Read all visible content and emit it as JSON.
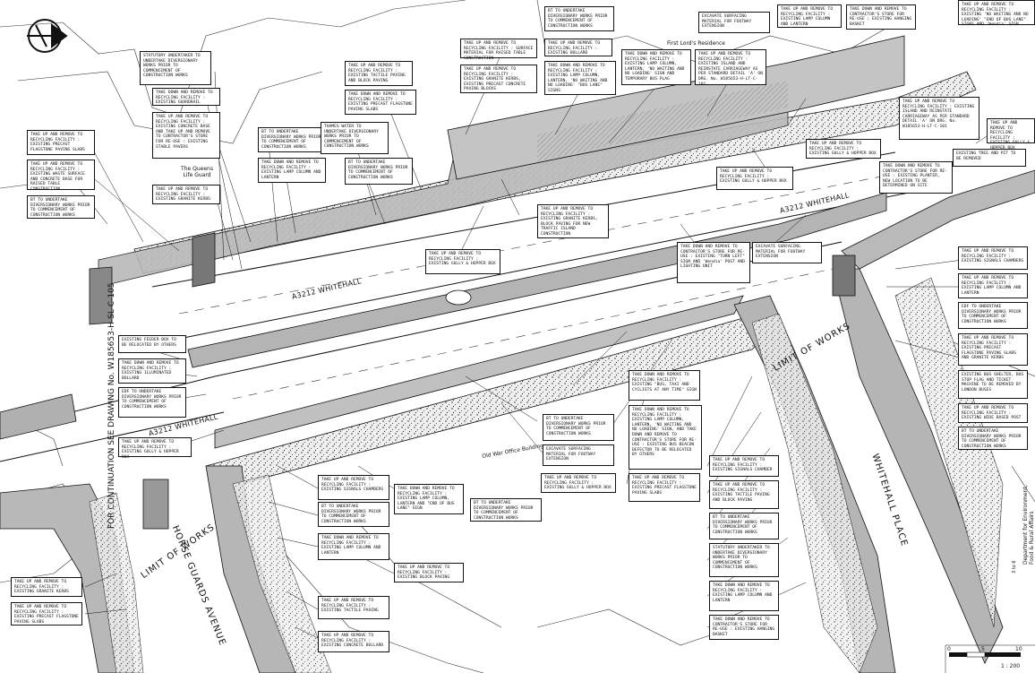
{
  "drawing": {
    "continuation": "FOR CONTINUATION SEE DRAWING No. W185653-H-SL-C-105",
    "scale_ratio": "1 : 200",
    "scale_ticks": [
      "0",
      "5",
      "10"
    ],
    "department": "Department for Environment, Food & Rural Affairs",
    "side_ref": "3 to 6"
  },
  "labels": {
    "road_upper": "A3212 WHITEHALL",
    "road_right": "A3212 WHITEHALL",
    "road_lower": "A3212 WHITEHALL",
    "limit_left": "LIMIT OF WORKS",
    "limit_right": "LIMIT OF WORKS",
    "horse_guards": "HORSE GUARDS AVENUE",
    "whitehall_place": "WHITEHALL PLACE",
    "queens_life_guard": "The Queens Life Guard",
    "first_lords": "First Lord's Residence",
    "old_war_office": "Old War Office Building"
  },
  "notes": [
    {
      "id": "n1",
      "text": "BT TO UNDERTAKE DIVERSIONARY WORKS PRIOR TO COMMENCEMENT OF CONSTRUCTION WORKS"
    },
    {
      "id": "n2",
      "text": "EXCAVATE SURFACING MATERIAL FOR FOOTWAY EXTENSION"
    },
    {
      "id": "n3",
      "text": "TAKE UP AND REMOVE TO RECYCLING FACILITY : EXISTING LAMP COLUMN AND LANTERN"
    },
    {
      "id": "n4",
      "text": "TAKE DOWN AND REMOVE TO CONTRACTOR'S STORE FOR RE-USE : EXISTING HANGING BASKET"
    },
    {
      "id": "n5",
      "text": "TAKE UP AND REMOVE TO RECYCLING FACILITY : EXISTING 'NO WAITING AND NO LOADING' \"END OF BUS LANE\" SIGNS AND 'Wendia' SIGN"
    },
    {
      "id": "n6",
      "text": "TAKE UP AND REMOVE TO RECYCLING FACILITY : SURFACE MATERIAL FOR RAISED TABLE CONSTRUCTION"
    },
    {
      "id": "n7",
      "text": "TAKE UP AND REMOVE TO RECYCLING FACILITY : EXISTING BOLLARD"
    },
    {
      "id": "n8",
      "text": "TAKE UP AND REMOVE TO RECYCLING FACILITY : EXISTING GRANITE KERBS, EXISTING PRECAST CONCRETE PAVING BLOCKS"
    },
    {
      "id": "n9",
      "text": "TAKE DOWN AND REMOVE TO RECYCLING FACILITY : EXISTING LAMP COLUMN, LANTERN, 'NO WAITING AND NO LOADING' \"BUS LANE\" SIGNS"
    },
    {
      "id": "n10",
      "text": "TAKE DOWN AND REMOVE TO RECYCLING FACILITY : EXISTING LAMP COLUMN, LANTERN, 'NO WAITING AND NO LOADING' SIGN AND TEMPORARY BUS PLAG"
    },
    {
      "id": "n11",
      "text": "TAKE UP AND REMOVE TO RECYCLING FACILITY : EXISTING ISLAND AND REINSTATE CARRIAGEWAY AS PER STANDARD DETAIL 'A' ON DRG. No. W185653-H-LT-C-101"
    },
    {
      "id": "n12",
      "text": "STATUTORY UNDERTAKER TO UNDERTAKE DIVERSIONARY WORKS PRIOR TO COMMENCEMENT OF CONSTRUCTION WORKS"
    },
    {
      "id": "n13",
      "text": "TAKE DOWN AND REMOVE TO RECYCLING FACILITY : EXISTING GUARDRAIL"
    },
    {
      "id": "n14",
      "text": "TAKE UP AND REMOVE TO RECYCLING FACILITY : EXISTING CONCRETE BASE AND TAKE UP AND REMOVE TO CONTRACTOR'S STORE FOR RE-USE : EXISTING STABLE PAVERS"
    },
    {
      "id": "n15",
      "text": "TAKE UP AND REMOVE TO RECYCLING FACILITY : EXISTING PRECAST FLAGSTONE PAVING SLABS"
    },
    {
      "id": "n16",
      "text": "TAKE UP AND REMOVE TO RECYCLING FACILITY : EXISTING WASTE SURFACE AND CONCRETE BASE FOR RAISED TABLE CONSTRUCTION"
    },
    {
      "id": "n17",
      "text": "BT TO UNDERTAKE DIVERSIONARY WORKS PRIOR TO COMMENCEMENT OF CONSTRUCTION WORKS"
    },
    {
      "id": "n18",
      "text": "TAKE UP AND REMOVE TO RECYCLING FACILITY : EXISTING GRANITE KERBS"
    },
    {
      "id": "n19",
      "text": "TAKE UP AND REMOVE TO RECYCLING FACILITY : EXISTING TACTILE PAVING AND BLOCK PAVING"
    },
    {
      "id": "n20",
      "text": "TAKE DOWN AND REMOVE TO RECYCLING FACILITY : EXISTING PRECAST FLAGSTONE PAVING SLABS"
    },
    {
      "id": "n21",
      "text": "BT TO UNDERTAKE DIVERSIONARY WORKS PRIOR TO COMMENCEMENT OF CONSTRUCTION WORKS"
    },
    {
      "id": "n22",
      "text": "THAMES WATER TO UNDERTAKE DIVERSIONARY WORKS PRIOR TO COMMENCEMENT OF CONSTRUCTION WORKS"
    },
    {
      "id": "n23",
      "text": "TAKE DOWN AND REMOVE TO RECYCLING FACILITY : EXISTING LAMP COLUMN AND LANTERN"
    },
    {
      "id": "n24",
      "text": "BT TO UNDERTAKE DIVERSIONARY WORKS PRIOR TO COMMENCEMENT OF CONSTRUCTION WORKS"
    },
    {
      "id": "n25",
      "text": "TAKE UP AND REMOVE TO RECYCLING FACILITY : EXISTING GULLY & HOPPER BOX"
    },
    {
      "id": "n26",
      "text": "TAKE UP AND REMOVE TO RECYCLING FACILITY : EXISTING GRANITE KERBS, BLOCK PAVING FOR NEW TRAFFIC ISLAND CONSTRUCTION"
    },
    {
      "id": "n27",
      "text": "TAKE UP AND REMOVE TO RECYCLING FACILITY : EXISTING GULLY & HOPPER BOX"
    },
    {
      "id": "n28",
      "text": "TAKE UP AND REMOVE TO RECYCLING FACILITY : EXISTING GULLY & HOPPER BOX"
    },
    {
      "id": "n29",
      "text": "TAKE UP AND REMOVE TO RECYCLING FACILITY : EXISTING ISLAND AND REINSTATE CARRIAGEWAY AS PER STANDARD DETAIL 'A' ON DRG. No. W185653-H-LT-C-101"
    },
    {
      "id": "n30",
      "text": "TAKE UP AND REMOVE TO RECYCLING FACILITY : EXISTING GULLY & HOPPER BOX"
    },
    {
      "id": "n31",
      "text": "TAKE DOWN AND REMOVE TO CONTRACTOR'S STORE FOR RE-USE : EXISTING PLANTER, NEW LOCATION TO BE DETERMINED ON SITE"
    },
    {
      "id": "n32",
      "text": "EXISTING TREE AND PIT TO BE REMOVED"
    },
    {
      "id": "n33",
      "text": "TAKE DOWN AND REMOVE TO CONTRACTOR'S STORE FOR RE-USE : EXISTING \"TURN LEFT\" SIGN AND 'Wendia' POST AND LIGHTING UNIT"
    },
    {
      "id": "n34",
      "text": "EXCAVATE SURFACING MATERIAL FOR FOOTWAY EXTENSION"
    },
    {
      "id": "n35",
      "text": "TAKE UP AND REMOVE TO RECYCLING FACILITY : EXISTING SIGNALS CHAMBERS"
    },
    {
      "id": "n36",
      "text": "TAKE UP AND REMOVE TO RECYCLING FACILITY : EXISTING LAMP COLUMN AND LANTERN"
    },
    {
      "id": "n37",
      "text": "EDF TO UNDERTAKE DIVERSIONARY WORKS PRIOR TO COMMENCEMENT OF CONSTRUCTION WORKS"
    },
    {
      "id": "n38",
      "text": "TAKE UP AND REMOVE TO RECYCLING FACILITY : EXISTING PRECAST FLAGSTONE PAVING SLABS AND GRANITE KERBS"
    },
    {
      "id": "n39",
      "text": "EXISTING BUS SHELTER, BUS STOP FLAG AND TICKET MACHINE TO BE REMOVED BY LONDON BUSES"
    },
    {
      "id": "n40",
      "text": "TAKE UP AND REMOVE TO RECYCLING FACILITY : EXISTING WIDE BASED POST"
    },
    {
      "id": "n41",
      "text": "BT TO UNDERTAKE DIVERSIONARY WORKS PRIOR TO COMMENCEMENT OF CONSTRUCTION WORKS"
    },
    {
      "id": "n42",
      "text": "EXISTING FEEDER BOX TO BE RELOCATED BY OTHERS"
    },
    {
      "id": "n43",
      "text": "TAKE DOWN AND REMOVE TO RECYCLING FACILITY : EXISTING ILLUMINATED BOLLARD"
    },
    {
      "id": "n44",
      "text": "EDF TO UNDERTAKE DIVERSIONARY WORKS PRIOR TO COMMENCEMENT OF CONSTRUCTION WORKS"
    },
    {
      "id": "n45",
      "text": "TAKE UP AND REMOVE TO RECYCLING FACILITY : EXISTING GULLY & HOPPER BOX"
    },
    {
      "id": "n46",
      "text": "TAKE DOWN AND REMOVE TO RECYCLING FACILITY : EXISTING \"BUS, TAXI AND CYCLISTS AT ANY TIME\" SIGN"
    },
    {
      "id": "n47",
      "text": "TAKE DOWN AND REMOVE TO RECYCLING FACILITY : EXISTING LAMP COLUMN, LANTERN, 'NO WAITING AND NO LOADING' SIGN, AND TAKE DOWN AND REMOVE TO CONTRACTOR'S STORE FOR RE-USE : EXISTING BUS BEACON DEFECTOR TO BE RELOCATED BY OTHERS"
    },
    {
      "id": "n48",
      "text": "BT TO UNDERTAKE DIVERSIONARY WORKS PRIOR TO COMMENCEMENT OF CONSTRUCTION WORKS"
    },
    {
      "id": "n49",
      "text": "EXCAVATE SURFACING MATERIAL FOR FOOTWAY EXTENSION"
    },
    {
      "id": "n50",
      "text": "TAKE UP AND REMOVE TO RECYCLING FACILITY : EXISTING GULLY & HOPPER BOX"
    },
    {
      "id": "n51",
      "text": "TAKE UP AND REMOVE TO RECYCLING FACILITY : EXISTING PRECAST FLAGSTONE PAVING SLABS"
    },
    {
      "id": "n52",
      "text": "TAKE UP AND REMOVE TO RECYCLING FACILITY : EXISTING SIGNALS CHAMBER"
    },
    {
      "id": "n53",
      "text": "TAKE UP AND REMOVE TO RECYCLING FACILITY : EXISTING TACTILE PAVING AND BLOCK PAVING"
    },
    {
      "id": "n54",
      "text": "BT TO UNDERTAKE DIVERSIONARY WORKS PRIOR TO COMMENCEMENT OF CONSTRUCTION WORKS"
    },
    {
      "id": "n55",
      "text": "STATUTORY UNDERTAKER TO UNDERTAKE DIVERSIONARY WORKS PRIOR TO COMMENCEMENT OF CONSTRUCTION WORKS"
    },
    {
      "id": "n56",
      "text": "TAKE DOWN AND REMOVE TO RECYCLING FACILITY : EXISTING LAMP COLUMN AND LANTERN"
    },
    {
      "id": "n57",
      "text": "TAKE DOWN AND REMOVE TO CONTRACTOR'S STORE FOR RE-USE : EXISTING HANGING BASKET"
    },
    {
      "id": "n58",
      "text": "TAKE UP AND REMOVE TO RECYCLING FACILITY : EXISTING SIGNALS CHAMBERS"
    },
    {
      "id": "n59",
      "text": "TAKE DOWN AND REMOVE TO RECYCLING FACILITY : EXISTING LAMP COLUMN, LANTERN AND \"END OF BUS LANE\" SIGN"
    },
    {
      "id": "n60",
      "text": "BT TO UNDERTAKE DIVERSIONARY WORKS PRIOR TO COMMENCEMENT OF CONSTRUCTION WORKS"
    },
    {
      "id": "n61",
      "text": "BT TO UNDERTAKE DIVERSIONARY WORKS PRIOR TO COMMENCEMENT OF CONSTRUCTION WORKS"
    },
    {
      "id": "n62",
      "text": "TAKE DOWN AND REMOVE TO RECYCLING FACILITY : EXISTING LAMP COLUMN AND LANTERN"
    },
    {
      "id": "n63",
      "text": "TAKE UP AND REMOVE TO RECYCLING FACILITY : EXISTING BLOCK PAVING"
    },
    {
      "id": "n64",
      "text": "TAKE UP AND REMOVE TO RECYCLING FACILITY : EXISTING TACTILE PAVING"
    },
    {
      "id": "n65",
      "text": "TAKE UP AND REMOVE TO RECYCLING FACILITY : EXISTING CONCRETE BOLLARD"
    },
    {
      "id": "n66",
      "text": "TAKE UP AND REMOVE TO RECYCLING FACILITY : EXISTING GRANITE KERBS"
    },
    {
      "id": "n67",
      "text": "TAKE UP AND REMOVE TO RECYCLING FACILITY : EXISTING PRECAST FLAGSTONE PAVING SLABS"
    }
  ]
}
